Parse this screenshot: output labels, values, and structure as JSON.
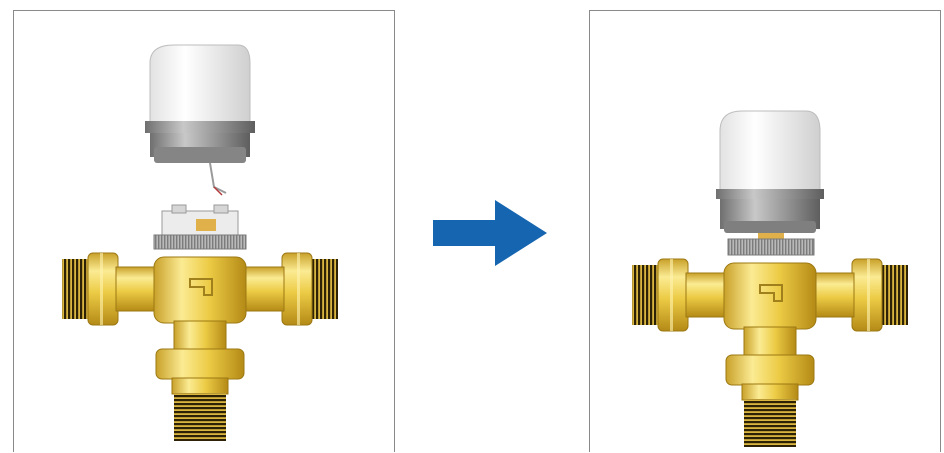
{
  "figure": {
    "panels": [
      {
        "id": "before",
        "state": "actuator-detached"
      },
      {
        "id": "after",
        "state": "actuator-mounted"
      }
    ],
    "arrow": {
      "direction": "right",
      "color": "#1565b0"
    },
    "colors": {
      "brass_light": "#f6e27a",
      "brass_mid": "#e7c23a",
      "brass_dark": "#b8901c",
      "thread_dark": "#3a2a08",
      "actuator_white": "#f4f4f4",
      "actuator_grey": "#9a9a9a",
      "panel_border": "#8a8a8a"
    }
  }
}
